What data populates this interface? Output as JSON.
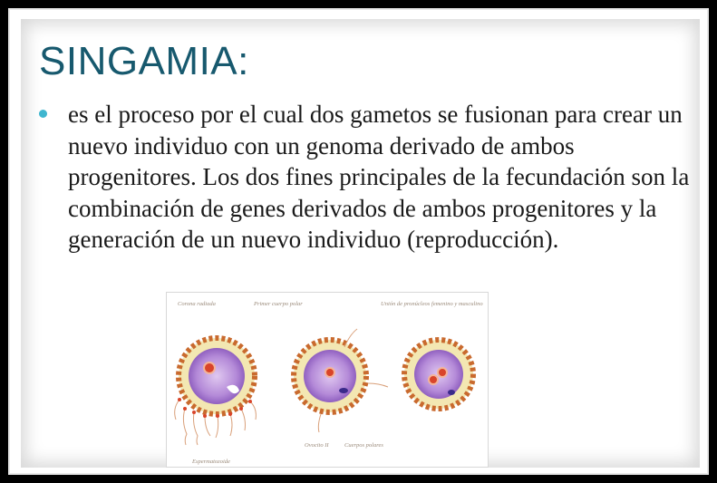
{
  "slide": {
    "title": "SINGAMIA:",
    "bullet_text": "es el proceso por el cual dos gametos se fusionan para crear un nuevo individuo con un genoma derivado de ambos progenitores. Los dos fines principales de la fecundación son la combinación de genes derivados de ambos progenitores y la generación de un nuevo individuo (reproducción)."
  },
  "figure": {
    "labels": {
      "corona": "Corona radiada",
      "polar1": "Primer cuerpo polar",
      "union": "Unión de pronúcleos femenino y masculino",
      "ovocito": "Ovocito II",
      "cuerpos": "Cuerpos polares",
      "esperm": "Espermatozoide"
    }
  },
  "colors": {
    "title": "#17596e",
    "bullet": "#3fb6cf",
    "text": "#1a1a1a",
    "cell_cytoplasm": "#b48ad8",
    "zona": "#f3e7b2",
    "corona": "#c96a2e",
    "nucleus": "#d9442a"
  }
}
